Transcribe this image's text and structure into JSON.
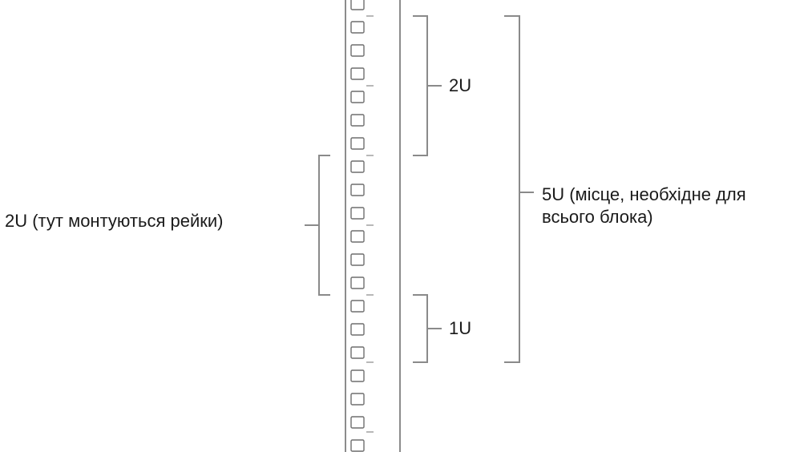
{
  "labels": {
    "rails_mount": "2U (тут монтуються рейки)",
    "top_space": "2U",
    "bottom_space": "1U",
    "whole_unit_line1": "5U (місце, необхідне для",
    "whole_unit_line2": "всього блока)"
  },
  "colors": {
    "bracket": "#8a8a8a",
    "rack_line": "#8c8c8c",
    "text": "#1a1a1a"
  }
}
